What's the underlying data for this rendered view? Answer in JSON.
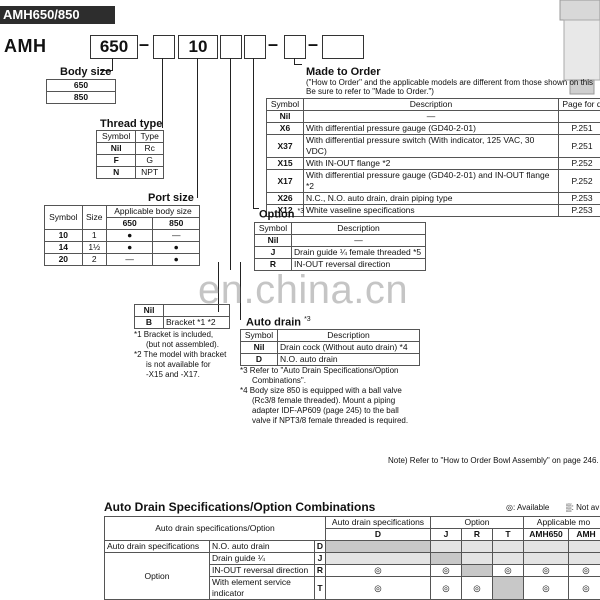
{
  "header": {
    "series": "AMH650/850"
  },
  "model": {
    "prefix": "AMH",
    "body_value": "650",
    "sep1": "–",
    "thread_value": "",
    "port_value": "10",
    "sep2": "–",
    "sep3": "–"
  },
  "made_to_order": {
    "title": "Made to Order",
    "note1": "(\"How to Order\" and the applicable models are different from those shown on this",
    "note2": "Be sure to refer to \"Made to Order.\")",
    "headers": [
      "Symbol",
      "Description",
      "Page for d"
    ],
    "rows": [
      {
        "symbol": "Nil",
        "desc": "—",
        "page": ""
      },
      {
        "symbol": "X6",
        "desc": "With differential pressure gauge (GD40-2-01)",
        "page": "P.251"
      },
      {
        "symbol": "X37",
        "desc": "With differential pressure switch (With indicator, 125 VAC, 30 VDC)",
        "page": "P.251"
      },
      {
        "symbol": "X15",
        "desc": "With IN-OUT flange *2",
        "page": "P.252"
      },
      {
        "symbol": "X17",
        "desc": "With differential pressure gauge (GD40-2-01) and IN-OUT flange *2",
        "page": "P.252"
      },
      {
        "symbol": "X26",
        "desc": "N.C., N.O. auto drain, drain piping type",
        "page": "P.253"
      },
      {
        "symbol": "X12",
        "desc": "White vaseline specifications",
        "page": "P.253"
      }
    ]
  },
  "body_size": {
    "title": "Body size",
    "rows": [
      "650",
      "850"
    ]
  },
  "thread_type": {
    "title": "Thread type",
    "headers": [
      "Symbol",
      "Type"
    ],
    "rows": [
      {
        "symbol": "Nil",
        "type": "Rc"
      },
      {
        "symbol": "F",
        "type": "G"
      },
      {
        "symbol": "N",
        "type": "NPT"
      }
    ]
  },
  "port_size": {
    "title": "Port size",
    "h_symbol": "Symbol",
    "h_size": "Size",
    "h_applicable": "Applicable body size",
    "h_650": "650",
    "h_850": "850",
    "rows": [
      {
        "symbol": "10",
        "size": "1",
        "c650": "●",
        "c850": "—"
      },
      {
        "symbol": "14",
        "size": "1½",
        "c650": "●",
        "c850": "●"
      },
      {
        "symbol": "20",
        "size": "2",
        "c650": "—",
        "c850": "●"
      }
    ]
  },
  "option": {
    "title": "Option",
    "sup": "*3",
    "headers": [
      "Symbol",
      "Description"
    ],
    "rows": [
      {
        "symbol": "Nil",
        "desc": "—"
      },
      {
        "symbol": "J",
        "desc": "Drain guide ¼ female threaded *5"
      },
      {
        "symbol": "R",
        "desc": "IN-OUT reversal direction"
      }
    ]
  },
  "bracket": {
    "rows": [
      {
        "symbol": "Nil",
        "desc": ""
      },
      {
        "symbol": "B",
        "desc": "Bracket *1 *2"
      }
    ],
    "note1": "*1  Bracket is included,",
    "note1b": "(but not assembled).",
    "note2": "*2  The model with bracket",
    "note2b": "is not available for",
    "note2c": "-X15 and -X17."
  },
  "auto_drain": {
    "title": "Auto drain",
    "sup": "*3",
    "headers": [
      "Symbol",
      "Description"
    ],
    "rows": [
      {
        "symbol": "Nil",
        "desc": "Drain cock (Without auto drain) *4"
      },
      {
        "symbol": "D",
        "desc": "N.O. auto drain"
      }
    ],
    "notes": [
      "*3  Refer to \"Auto Drain Specifications/Option",
      "Combinations\".",
      "*4  Body size 850 is equipped with a ball valve",
      "(Rc3/8 female threaded). Mount a piping",
      "adapter IDF-AP609 (page 245) to the ball",
      "valve if NPT3/8 female threaded is required."
    ]
  },
  "bottom_note": "Note) Refer to \"How to Order Bowl Assembly\" on page 246.",
  "combo": {
    "title": "Auto Drain Specifications/Option Combinations",
    "legend_available": "◎: Available",
    "legend_not": "▒: Not av",
    "h_spec_option": "Auto drain specifications/Option",
    "h_auto_drain": "Auto drain specifications",
    "h_option": "Option",
    "h_applicable": "Applicable mo",
    "h_D": "D",
    "h_J": "J",
    "h_R": "R",
    "h_T": "T",
    "h_650": "AMH650",
    "h_850": "AMH",
    "rows": [
      {
        "group": "Auto drain specifications",
        "item": "N.O. auto drain",
        "sym": "D",
        "cells": [
          "",
          "",
          "",
          "",
          "",
          ""
        ]
      },
      {
        "group": "Option",
        "item": "Drain guide ¼",
        "sym": "J",
        "cells": [
          "",
          "",
          "",
          "",
          "",
          ""
        ]
      },
      {
        "group": "",
        "item": "IN-OUT reversal direction",
        "sym": "R",
        "cells": [
          "◎",
          "◎",
          "",
          "◎",
          "◎",
          "◎"
        ]
      },
      {
        "group": "",
        "item": "With element service indicator",
        "sym": "T",
        "cells": [
          "◎",
          "◎",
          "◎",
          "",
          "◎",
          "◎"
        ]
      }
    ]
  },
  "watermark": "en.china.cn"
}
